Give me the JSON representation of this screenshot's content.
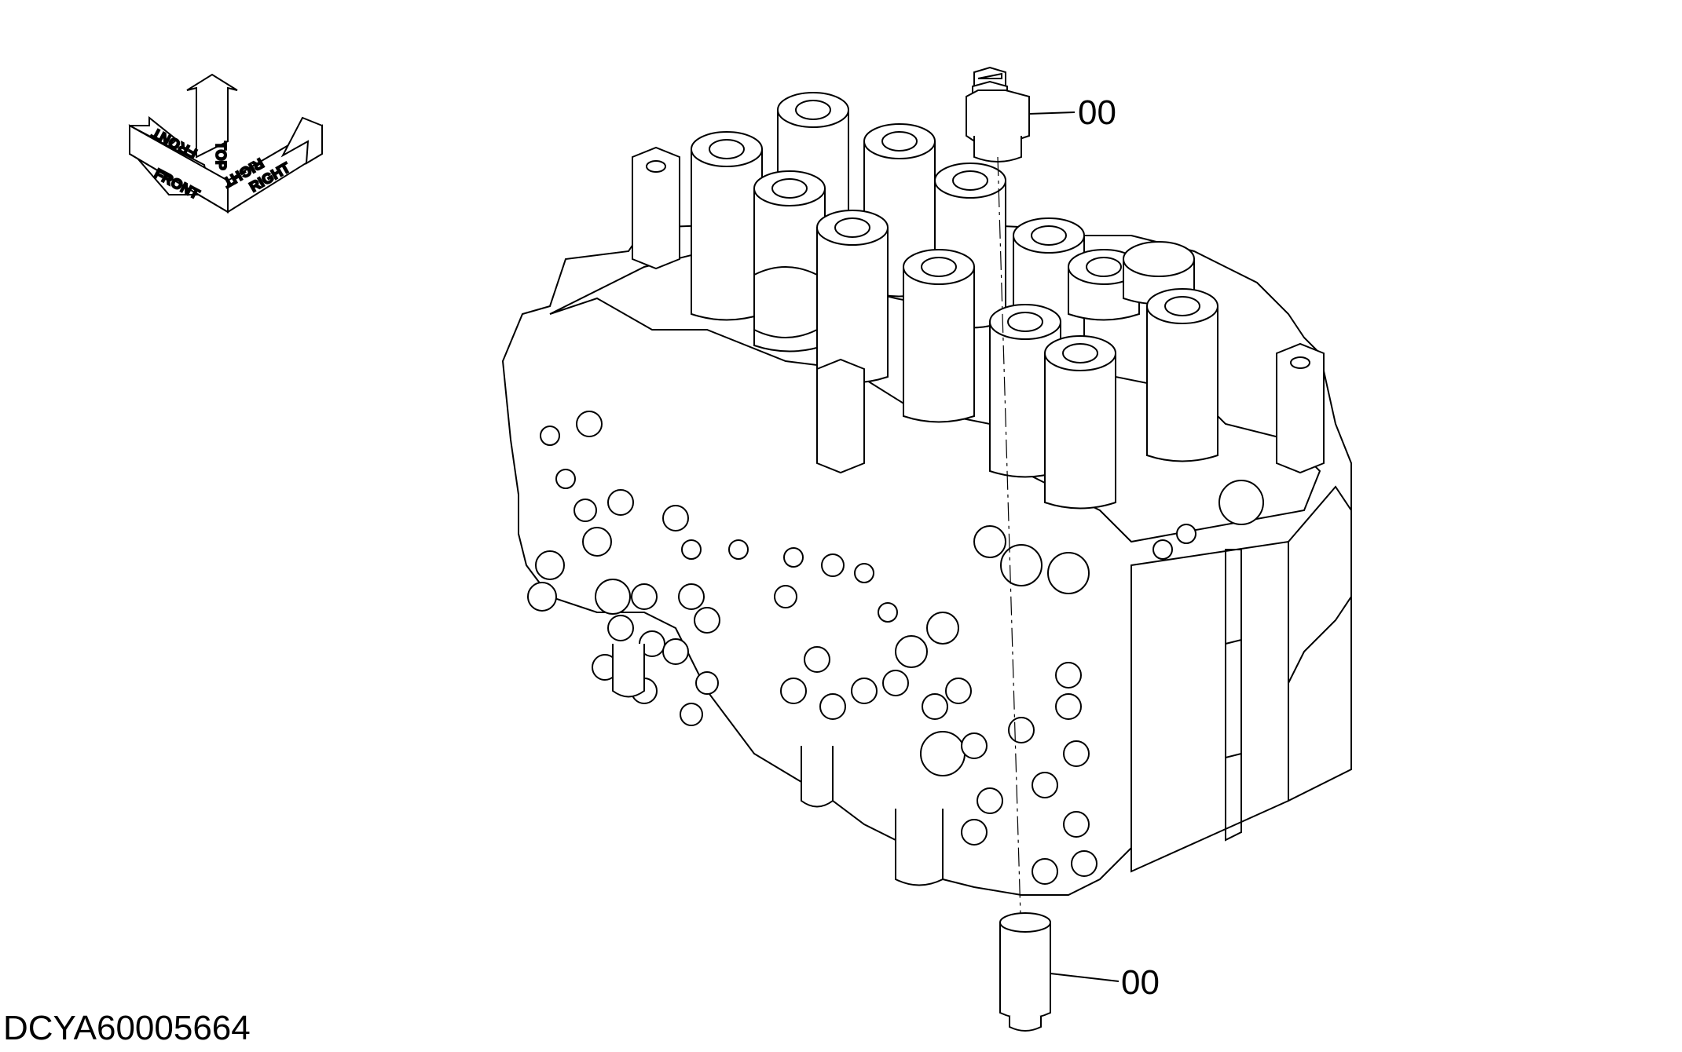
{
  "orientation": {
    "top_label": "TOP",
    "front_label": "FRONT",
    "right_label": "RIGHT",
    "front_mirror_label": "FRONT",
    "right_mirror_label": "RIGHT"
  },
  "callouts": {
    "top_part": "00",
    "bottom_part": "00"
  },
  "drawing_code": "DCYA60005664"
}
